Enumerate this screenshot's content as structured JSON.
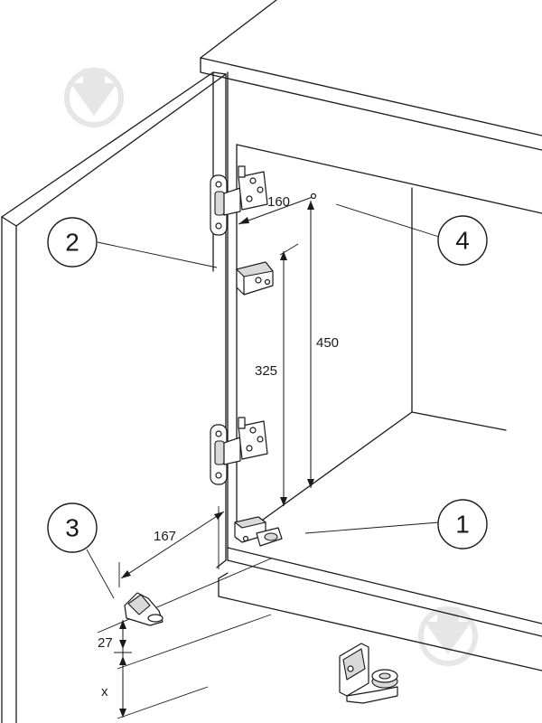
{
  "callouts": [
    {
      "id": "1",
      "label": "1"
    },
    {
      "id": "2",
      "label": "2"
    },
    {
      "id": "3",
      "label": "3"
    },
    {
      "id": "4",
      "label": "4"
    }
  ],
  "dimensions": {
    "d160": "160",
    "d450": "450",
    "d325": "325",
    "d167": "167",
    "d27": "27",
    "dx": "x"
  }
}
